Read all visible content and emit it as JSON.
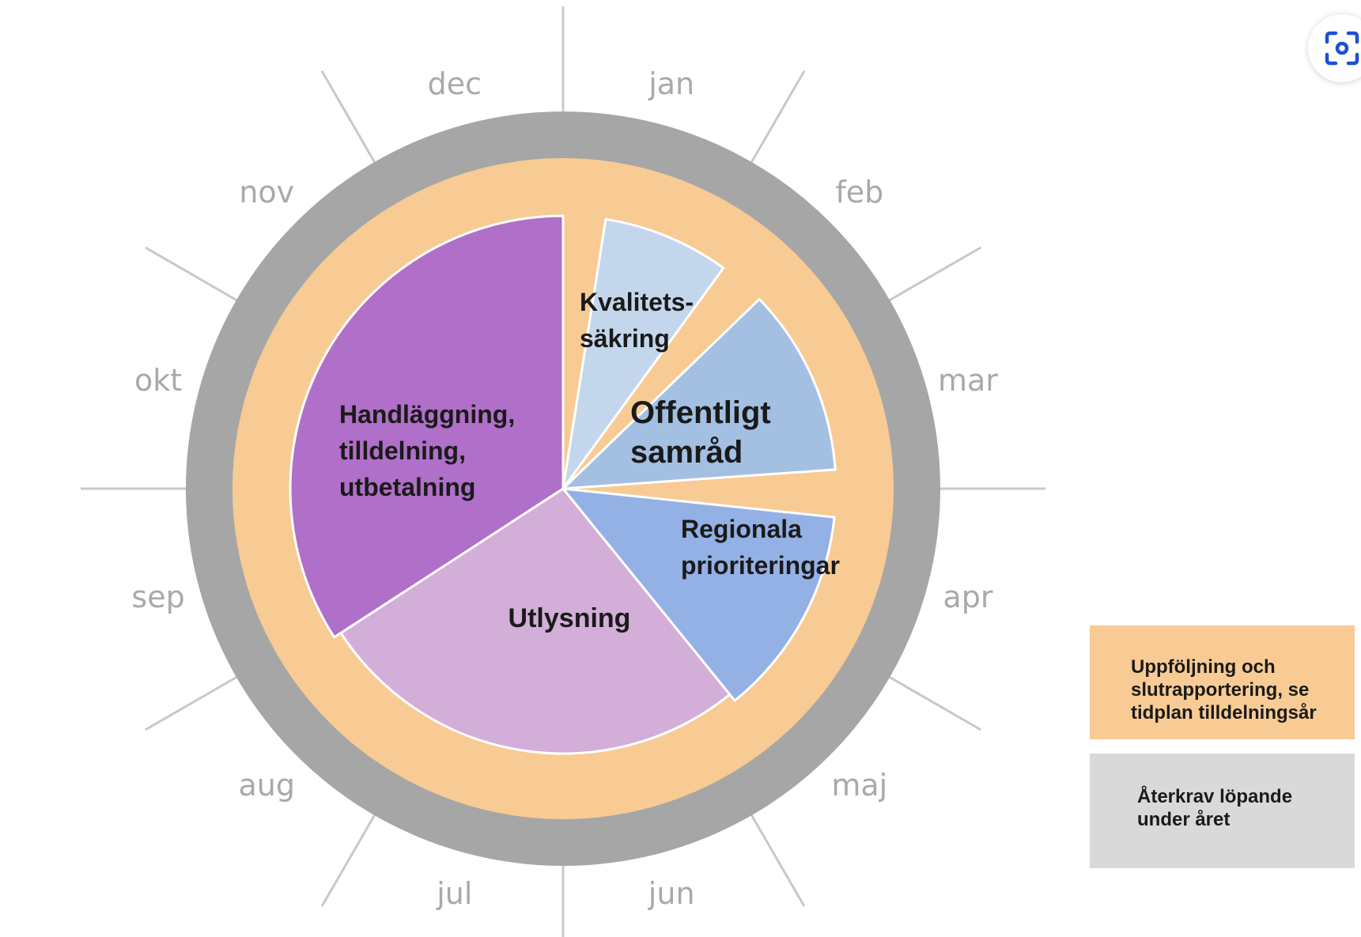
{
  "months": [
    "jan",
    "feb",
    "mar",
    "apr",
    "maj",
    "jun",
    "jul",
    "aug",
    "sep",
    "okt",
    "nov",
    "dec"
  ],
  "colors": {
    "outer_ring": "#a6a6a6",
    "orange_ring": "#f8cb94",
    "spokes": "#c8c8c8",
    "month_text": "#a9a9a9",
    "label_text": "#1a1a1a",
    "legend_orange": "#f8cb94",
    "legend_gray": "#d9d9d9",
    "icon_blue": "#1f4fd8"
  },
  "segments": [
    {
      "key": "kvalitetssakring",
      "lines": [
        "Kvalitets-",
        "säkring"
      ],
      "color": "#c3d6ec"
    },
    {
      "key": "offentligt-samrad",
      "lines": [
        "Offentligt",
        "samråd"
      ],
      "color": "#a3c0e3"
    },
    {
      "key": "regionala-prioriteringar",
      "lines": [
        "Regionala",
        "prioriteringar"
      ],
      "color": "#94b1e5"
    },
    {
      "key": "utlysning",
      "lines": [
        "Utlysning"
      ],
      "color": "#d2aed8"
    },
    {
      "key": "handlaggning",
      "lines": [
        "Handläggning,",
        "tilldelning,",
        "utbetalning"
      ],
      "color": "#b06fc8"
    }
  ],
  "legend": [
    {
      "lines": [
        "Uppföljning och",
        "slutrapportering, se",
        "tidplan tilldelningsår"
      ],
      "color": "#f8cb94"
    },
    {
      "lines": [
        "Återkrav löpande",
        "under året"
      ],
      "color": "#d9d9d9"
    }
  ],
  "lens_icon": "lens-scan-icon"
}
